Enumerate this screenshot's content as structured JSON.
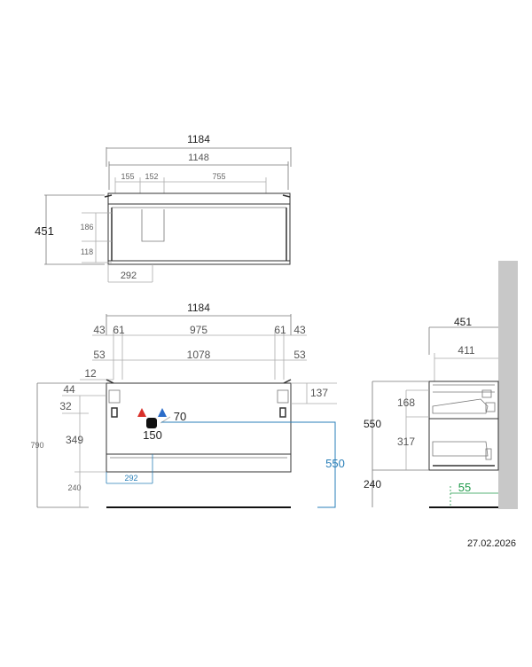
{
  "colors": {
    "water_blue": "#2a7fb8",
    "floor_green": "#1f9a4a",
    "hot_red": "#d9302a",
    "cold_blue": "#2a6cc9",
    "wall_gray": "#c8c8c8",
    "line": "#333333"
  },
  "icons": [
    "hot-water-icon",
    "cold-water-icon",
    "drain-icon"
  ],
  "top_view": {
    "overall_width": "1184",
    "inner_width": "1148",
    "offset_155": "155",
    "offset_152": "152",
    "offset_755": "755",
    "depth": "451",
    "depth_186": "186",
    "depth_118": "118",
    "offset_292": "292"
  },
  "front_view": {
    "overall_width": "1184",
    "left_43": "43",
    "left_61": "61",
    "center_975": "975",
    "right_61": "61",
    "right_43": "43",
    "left_53": "53",
    "center_1078": "1078",
    "right_53": "53",
    "left_12": "12",
    "left_44": "44",
    "left_32": "32",
    "right_137": "137",
    "height_790": "790",
    "height_349": "349",
    "height_240": "240",
    "drain_width_150": "150",
    "drain_offset_70": "70",
    "bottom_292": "292",
    "water_height_550": "550"
  },
  "side_view": {
    "overall_depth": "451",
    "inner_depth": "411",
    "height_550": "550",
    "drawer_168": "168",
    "drawer_317": "317",
    "floor_240": "240",
    "floor_55": "55"
  },
  "footer": {
    "date": "27.02.2026"
  }
}
